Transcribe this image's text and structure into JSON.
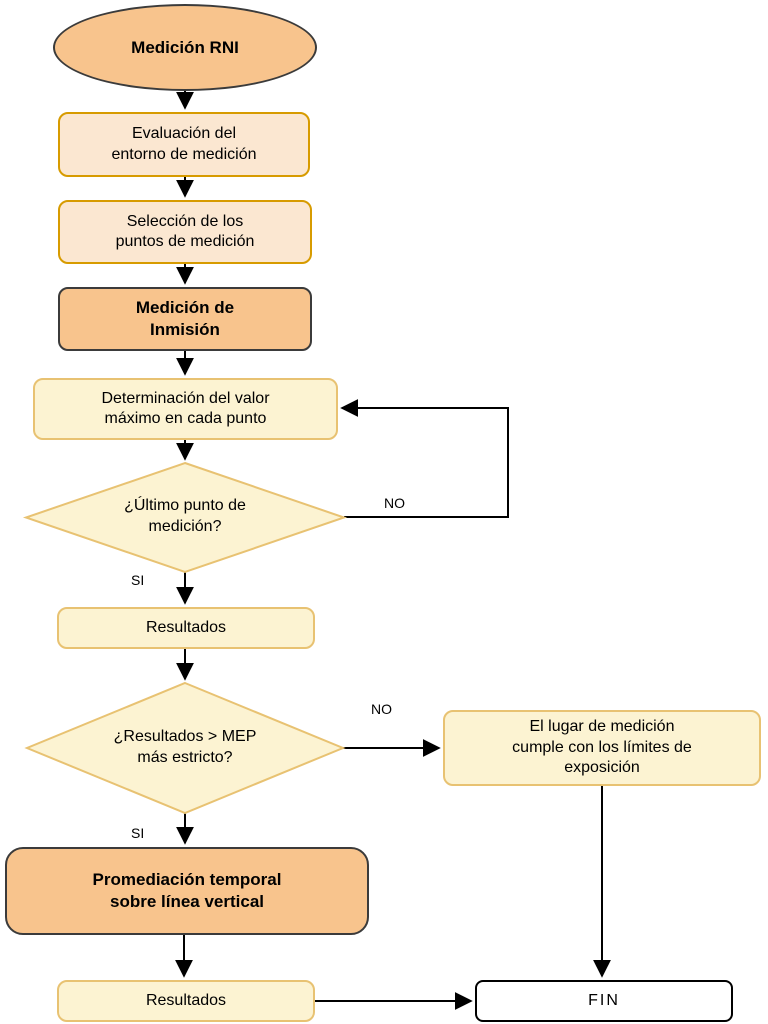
{
  "colors": {
    "orange_fill": "#F8C48D",
    "dark_stroke": "#3b3b3b",
    "peach_fill": "#FBE7D1",
    "peach_stroke": "#D79B00",
    "yellow_fill": "#FCF3D2",
    "yellow_stroke": "#E8C272",
    "end_fill": "#FFFFFF",
    "line_color": "#000000"
  },
  "nodes": {
    "start": {
      "label": "Medición RNI",
      "shape": "ellipse"
    },
    "evaluacion": {
      "label": "Evaluación del\nentorno de medición",
      "shape": "rounded-rect"
    },
    "seleccion": {
      "label": "Selección de los\npuntos de medición",
      "shape": "rounded-rect"
    },
    "medicion_inmision": {
      "label": "Medición de\nInmisión",
      "shape": "rounded-rect"
    },
    "determinacion": {
      "label": "Determinación del valor\nmáximo en cada punto",
      "shape": "rounded-rect"
    },
    "ultimo_punto": {
      "label": "¿Último punto de\nmedición?",
      "shape": "diamond"
    },
    "resultados_1": {
      "label": "Resultados",
      "shape": "rounded-rect"
    },
    "resultados_mep": {
      "label": "¿Resultados > MEP\nmás estricto?",
      "shape": "diamond"
    },
    "cumple_limites": {
      "label": "El lugar de medición\ncumple con los límites de\nexposición",
      "shape": "rounded-rect"
    },
    "promediacion": {
      "label": "Promediación temporal\nsobre línea vertical",
      "shape": "rounded-rect"
    },
    "resultados_2": {
      "label": "Resultados",
      "shape": "rounded-rect"
    },
    "fin": {
      "label": "FIN",
      "shape": "terminator"
    }
  },
  "edge_labels": {
    "no_loop": "NO",
    "si_1": "SI",
    "no_2": "NO",
    "si_2": "SI"
  }
}
